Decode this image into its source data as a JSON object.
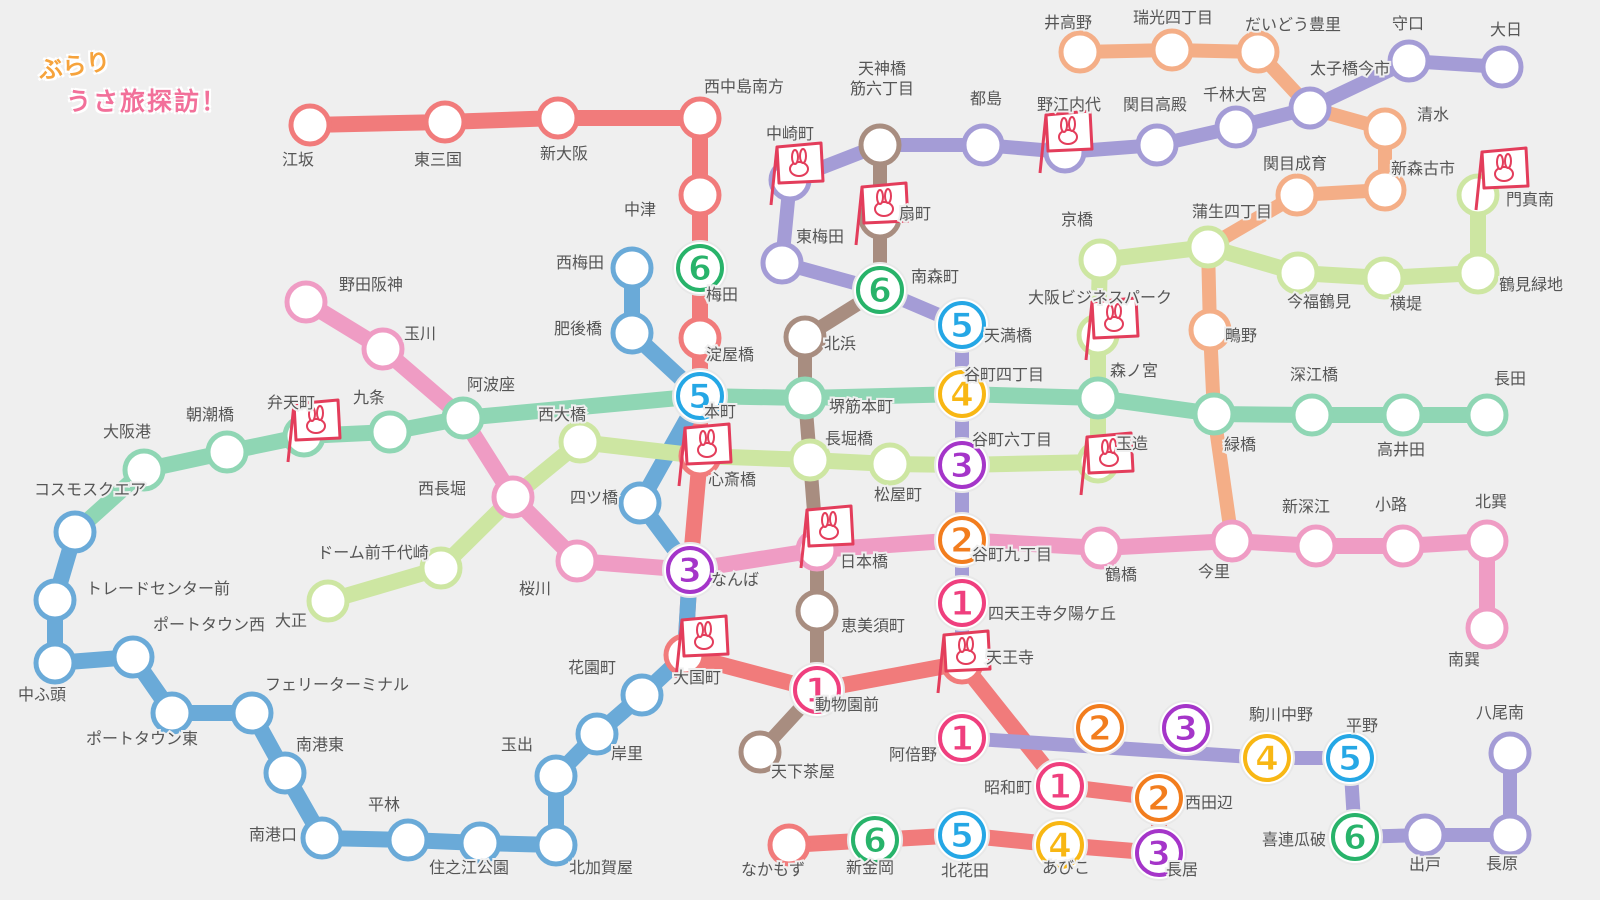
{
  "title": {
    "line1": "ぶらり",
    "line2": "うさ旅探訪！"
  },
  "colors": {
    "red": "#f17b7b",
    "blue": "#6aaad8",
    "green": "#8fd6b4",
    "lime": "#cde6a2",
    "pink": "#ef9cc4",
    "brown": "#a88d80",
    "purple": "#a49cd6",
    "orange": "#f4ae87",
    "flag": "#e33d5b",
    "badge_pink": "#ef3f7e",
    "badge_orange": "#f27d1e",
    "badge_purple": "#a535c9",
    "badge_yellow": "#f8b714",
    "badge_blue": "#25a7e5",
    "badge_green": "#28b36a"
  },
  "stations": [
    {
      "id": "edasaka",
      "name": "江坂"
    },
    {
      "id": "higashimikuni",
      "name": "東三国"
    },
    {
      "id": "shinosaka",
      "name": "新大阪"
    },
    {
      "id": "nishinakajima",
      "name": "西中島南方"
    },
    {
      "id": "nakatsu",
      "name": "中津"
    },
    {
      "id": "umeda",
      "name": "梅田"
    },
    {
      "id": "yodoyabashi",
      "name": "淀屋橋"
    },
    {
      "id": "honmachi",
      "name": "本町"
    },
    {
      "id": "shinsaibashi",
      "name": "心斎橋"
    },
    {
      "id": "namba",
      "name": "なんば"
    },
    {
      "id": "daikokucho",
      "name": "大国町"
    },
    {
      "id": "dobutsuenmae",
      "name": "動物園前"
    },
    {
      "id": "tennoji",
      "name": "天王寺"
    },
    {
      "id": "showacho",
      "name": "昭和町"
    },
    {
      "id": "nishitanabe",
      "name": "西田辺"
    },
    {
      "id": "nagai",
      "name": "長居"
    },
    {
      "id": "abiko",
      "name": "あびこ"
    },
    {
      "id": "kitahanada",
      "name": "北花田"
    },
    {
      "id": "shinkanaoka",
      "name": "新金岡"
    },
    {
      "id": "nakamozu",
      "name": "なかもず"
    },
    {
      "id": "nishiumeda",
      "name": "西梅田"
    },
    {
      "id": "higobashi",
      "name": "肥後橋"
    },
    {
      "id": "yotsubashi",
      "name": "四ツ橋"
    },
    {
      "id": "hanazonocho",
      "name": "花園町"
    },
    {
      "id": "kishinosato",
      "name": "岸里"
    },
    {
      "id": "tamade",
      "name": "玉出"
    },
    {
      "id": "kitakagaya",
      "name": "北加賀屋"
    },
    {
      "id": "suminoekoen",
      "name": "住之江公園"
    },
    {
      "id": "hirabayashi",
      "name": "平林"
    },
    {
      "id": "nankoguchi",
      "name": "南港口"
    },
    {
      "id": "nankohigashi",
      "name": "南港東"
    },
    {
      "id": "ferry",
      "name": "フェリーターミナル"
    },
    {
      "id": "ptownhigashi",
      "name": "ポートタウン東"
    },
    {
      "id": "ptownnishi",
      "name": "ポートタウン西"
    },
    {
      "id": "nakafuto",
      "name": "中ふ頭"
    },
    {
      "id": "tradecenter",
      "name": "トレードセンター前"
    },
    {
      "id": "cosmosquare",
      "name": "コスモスクエア"
    },
    {
      "id": "osakako",
      "name": "大阪港"
    },
    {
      "id": "asashiobashi",
      "name": "朝潮橋"
    },
    {
      "id": "bentencho",
      "name": "弁天町"
    },
    {
      "id": "kujo",
      "name": "九条"
    },
    {
      "id": "awaza",
      "name": "阿波座"
    },
    {
      "id": "sakaisuji",
      "name": "堺筋本町"
    },
    {
      "id": "tanimachi4",
      "name": "谷町四丁目"
    },
    {
      "id": "morinomiya",
      "name": "森ノ宮"
    },
    {
      "id": "midoribashi",
      "name": "緑橋"
    },
    {
      "id": "fukaebashi",
      "name": "深江橋"
    },
    {
      "id": "takaida",
      "name": "高井田"
    },
    {
      "id": "nagata",
      "name": "長田"
    },
    {
      "id": "nodahanshin",
      "name": "野田阪神"
    },
    {
      "id": "tamagawa",
      "name": "玉川"
    },
    {
      "id": "nishinagahori",
      "name": "西長堀"
    },
    {
      "id": "sakuragawa",
      "name": "桜川"
    },
    {
      "id": "nipponbashi",
      "name": "日本橋"
    },
    {
      "id": "tanimachi9",
      "name": "谷町九丁目"
    },
    {
      "id": "tsuruhashi",
      "name": "鶴橋"
    },
    {
      "id": "imazato",
      "name": "今里"
    },
    {
      "id": "shinfukae",
      "name": "新深江"
    },
    {
      "id": "shoji",
      "name": "小路"
    },
    {
      "id": "kitatatsumi",
      "name": "北巽"
    },
    {
      "id": "minamitatsumi",
      "name": "南巽"
    },
    {
      "id": "taisho",
      "name": "大正"
    },
    {
      "id": "domemae",
      "name": "ドーム前千代崎"
    },
    {
      "id": "nishiohashi",
      "name": "西大橋"
    },
    {
      "id": "nagahoribashi",
      "name": "長堀橋"
    },
    {
      "id": "matsuyamachi",
      "name": "松屋町"
    },
    {
      "id": "tanimachi6",
      "name": "谷町六丁目"
    },
    {
      "id": "tamatsukuri",
      "name": "玉造"
    },
    {
      "id": "obp",
      "name": "大阪ビジネスパーク"
    },
    {
      "id": "kyobashi",
      "name": "京橋"
    },
    {
      "id": "gamo4",
      "name": "蒲生四丁目"
    },
    {
      "id": "imafukutsurumi",
      "name": "今福鶴見"
    },
    {
      "id": "yokozutsumi",
      "name": "横堤"
    },
    {
      "id": "tsurumiryokuchi",
      "name": "鶴見緑地"
    },
    {
      "id": "kadomaminami",
      "name": "門真南"
    },
    {
      "id": "tenjinbashi",
      "name": "天神橋筋六丁目"
    },
    {
      "id": "ogimachi",
      "name": "扇町"
    },
    {
      "id": "minamimorimachi",
      "name": "南森町"
    },
    {
      "id": "kitahama",
      "name": "北浜"
    },
    {
      "id": "ebisucho",
      "name": "恵美須町"
    },
    {
      "id": "tengachaya",
      "name": "天下茶屋"
    },
    {
      "id": "tenmabashi",
      "name": "天満橋"
    },
    {
      "id": "yuhigaoka",
      "name": "四天王寺夕陽ケ丘"
    },
    {
      "id": "abeno",
      "name": "阿倍野"
    },
    {
      "id": "higashiumeda",
      "name": "東梅田"
    },
    {
      "id": "nakazakicho",
      "name": "中崎町"
    },
    {
      "id": "miyakojima",
      "name": "都島"
    },
    {
      "id": "noeuchindai",
      "name": "野江内代"
    },
    {
      "id": "sekimetakadono",
      "name": "関目高殿"
    },
    {
      "id": "sembayashiomiya",
      "name": "千林大宮"
    },
    {
      "id": "taishibashi",
      "name": "太子橋今市"
    },
    {
      "id": "moriguchi",
      "name": "守口"
    },
    {
      "id": "dainichi",
      "name": "大日"
    },
    {
      "id": "itakano",
      "name": "井高野"
    },
    {
      "id": "zuiko4",
      "name": "瑞光四丁目"
    },
    {
      "id": "daidotoyosato",
      "name": "だいどう豊里"
    },
    {
      "id": "shimizu",
      "name": "清水"
    },
    {
      "id": "shinmoriichi",
      "name": "新森古市"
    },
    {
      "id": "sekimeseiiku",
      "name": "関目成育"
    },
    {
      "id": "shigino",
      "name": "鴫野"
    },
    {
      "id": "komagawanakano",
      "name": "駒川中野"
    },
    {
      "id": "hirano",
      "name": "平野"
    },
    {
      "id": "kirenuriwari",
      "name": "喜連瓜破"
    },
    {
      "id": "deto",
      "name": "出戸"
    },
    {
      "id": "nagahara",
      "name": "長原"
    },
    {
      "id": "yaominami",
      "name": "八尾南"
    }
  ]
}
